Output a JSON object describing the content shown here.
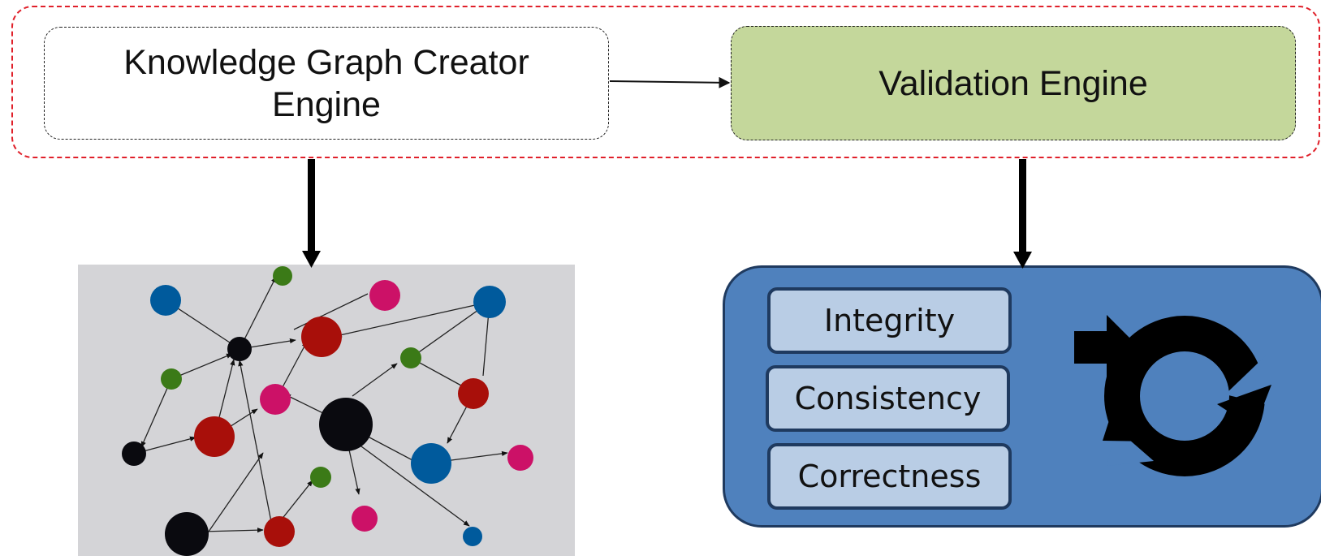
{
  "engines": {
    "knowledge_graph_creator": "Knowledge Graph Creator Engine",
    "validation": "Validation Engine"
  },
  "validation_checks": [
    "Integrity",
    "Consistency",
    "Correctness"
  ],
  "icons": {
    "cycle": "refresh-cycle-icon"
  },
  "colors": {
    "group_border": "#e0202a",
    "validation_fill": "#c4d79b",
    "panel_blue": "#4f81bd",
    "check_fill": "#b9cde5",
    "graph_background": "#d4d4d7",
    "node_blue": "#005a9c",
    "node_red": "#a80f0a",
    "node_green": "#3b7a17",
    "node_pink": "#cc1167",
    "node_black": "#0a0a0f"
  }
}
